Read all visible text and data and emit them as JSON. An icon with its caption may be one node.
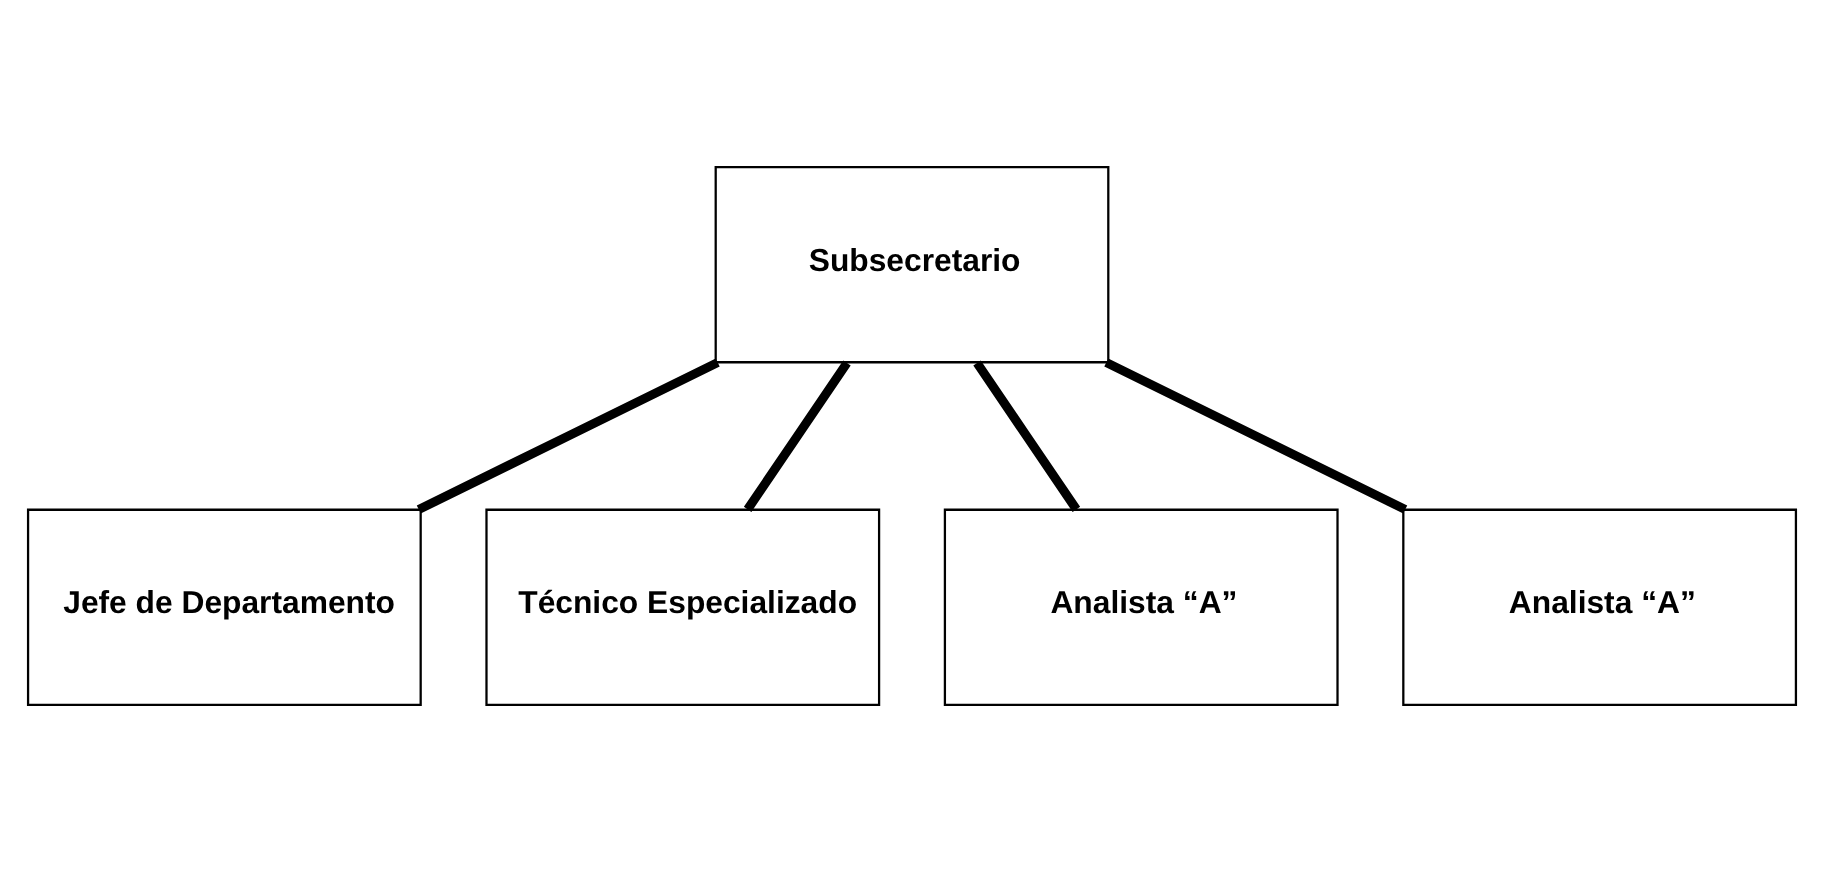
{
  "diagram": {
    "nodes": [
      {
        "text": [
          "Subsecretario"
        ]
      },
      {
        "text": [
          "Jefe de Departamento"
        ]
      },
      {
        "text": [
          "Técnico Especializado"
        ]
      },
      {
        "text": [
          "Analista “A”"
        ]
      },
      {
        "text": [
          "Analista “A”"
        ]
      }
    ],
    "edges": [
      {
        "from": 0,
        "to": 1,
        "arrow": "none"
      },
      {
        "from": 0,
        "to": 2,
        "arrow": "none"
      },
      {
        "from": 0,
        "to": 3,
        "arrow": "none"
      },
      {
        "from": 0,
        "to": 4,
        "arrow": "none"
      }
    ]
  }
}
